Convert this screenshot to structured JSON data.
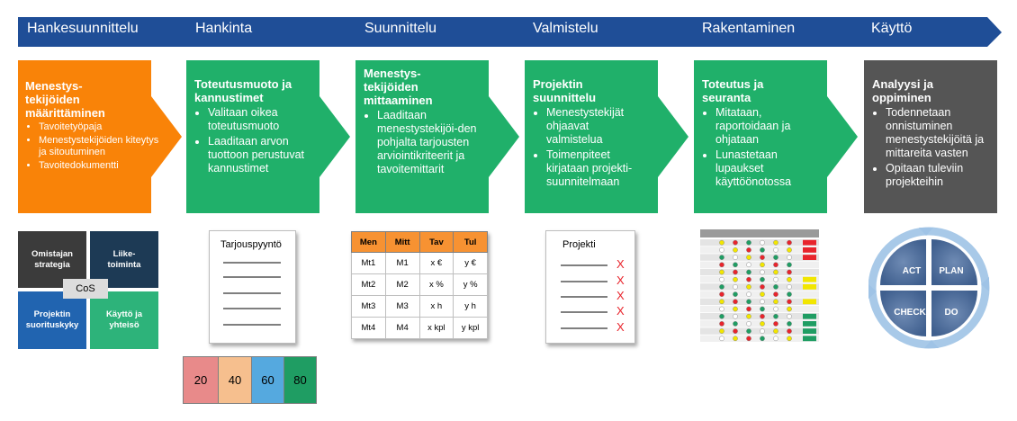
{
  "timeline": {
    "phases": [
      "Hankesuunnittelu",
      "Hankinta",
      "Suunnittelu",
      "Valmistelu",
      "Rakentaminen",
      "Käyttö"
    ]
  },
  "steps": [
    {
      "title": "Menestys-\ntekijöiden\nmäärittäminen",
      "bullets": [
        "Tavoitetyöpaja",
        "Menestystekijöiden kiteytys ja sitoutuminen",
        "Tavoitedokumentti"
      ],
      "color": "#f98308"
    },
    {
      "title": "Toteutusmuoto ja kannustimet",
      "bullets": [
        "Valitaan oikea toteutusmuoto",
        "Laaditaan arvon tuottoon perustuvat kannustimet"
      ],
      "color": "#20b06a"
    },
    {
      "title": "Menestys-\ntekijöiden\nmittaaminen",
      "bullets": [
        "Laaditaan menestystekijöi-den pohjalta tarjousten arviointikriteerit ja tavoitemittarit"
      ],
      "color": "#20b06a"
    },
    {
      "title": "Projektin suunnittelu",
      "bullets": [
        "Menestystekijät ohjaavat valmistelua",
        "Toimenpiteet kirjataan projekti-suunnitelmaan"
      ],
      "color": "#20b06a"
    },
    {
      "title": "Toteutus ja seuranta",
      "bullets": [
        "Mitataan, raportoidaan ja ohjataan",
        "Lunastetaan lupaukset käyttöönotossa"
      ],
      "color": "#20b06a"
    },
    {
      "title": "Analyysi ja oppiminen",
      "bullets": [
        "Todennetaan onnistuminen menestystekijöitä ja mittareita vasten",
        "Opitaan tuleviin projekteihin"
      ],
      "color": "#555555"
    }
  ],
  "cos_matrix": {
    "center": "CoS",
    "quadrants": [
      {
        "label": "Omistajan\nstrategia",
        "color": "#3b3b3b"
      },
      {
        "label": "Liike-\ntoiminta",
        "color": "#1d3a55"
      },
      {
        "label": "Projektin\nsuorituskyky",
        "color": "#2164b0"
      },
      {
        "label": "Käyttö ja\nyhteisö",
        "color": "#2db37a"
      }
    ]
  },
  "tender_doc": {
    "title": "Tarjouspyyntö"
  },
  "scores": [
    {
      "value": "20",
      "color": "#e88a8a"
    },
    {
      "value": "40",
      "color": "#f6bf8e"
    },
    {
      "value": "60",
      "color": "#55a9df"
    },
    {
      "value": "80",
      "color": "#1f9d63"
    }
  ],
  "kpi_table": {
    "headers": [
      "Men",
      "Mitt",
      "Tav",
      "Tul"
    ],
    "rows": [
      [
        "Mt1",
        "M1",
        "x €",
        "y €"
      ],
      [
        "Mt2",
        "M2",
        "x %",
        "y %"
      ],
      [
        "Mt3",
        "M3",
        "x h",
        "y h"
      ],
      [
        "Mt4",
        "M4",
        "x kpl",
        "y kpl"
      ]
    ]
  },
  "project_doc": {
    "title": "Projekti",
    "mark": "X"
  },
  "pdca": {
    "labels": [
      "ACT",
      "PLAN",
      "CHECK",
      "DO"
    ],
    "color": "#4c6a96"
  },
  "colors": {
    "arrow_band": "#1f4e97",
    "green": "#20b06a",
    "orange": "#f98308",
    "gray": "#555555"
  }
}
